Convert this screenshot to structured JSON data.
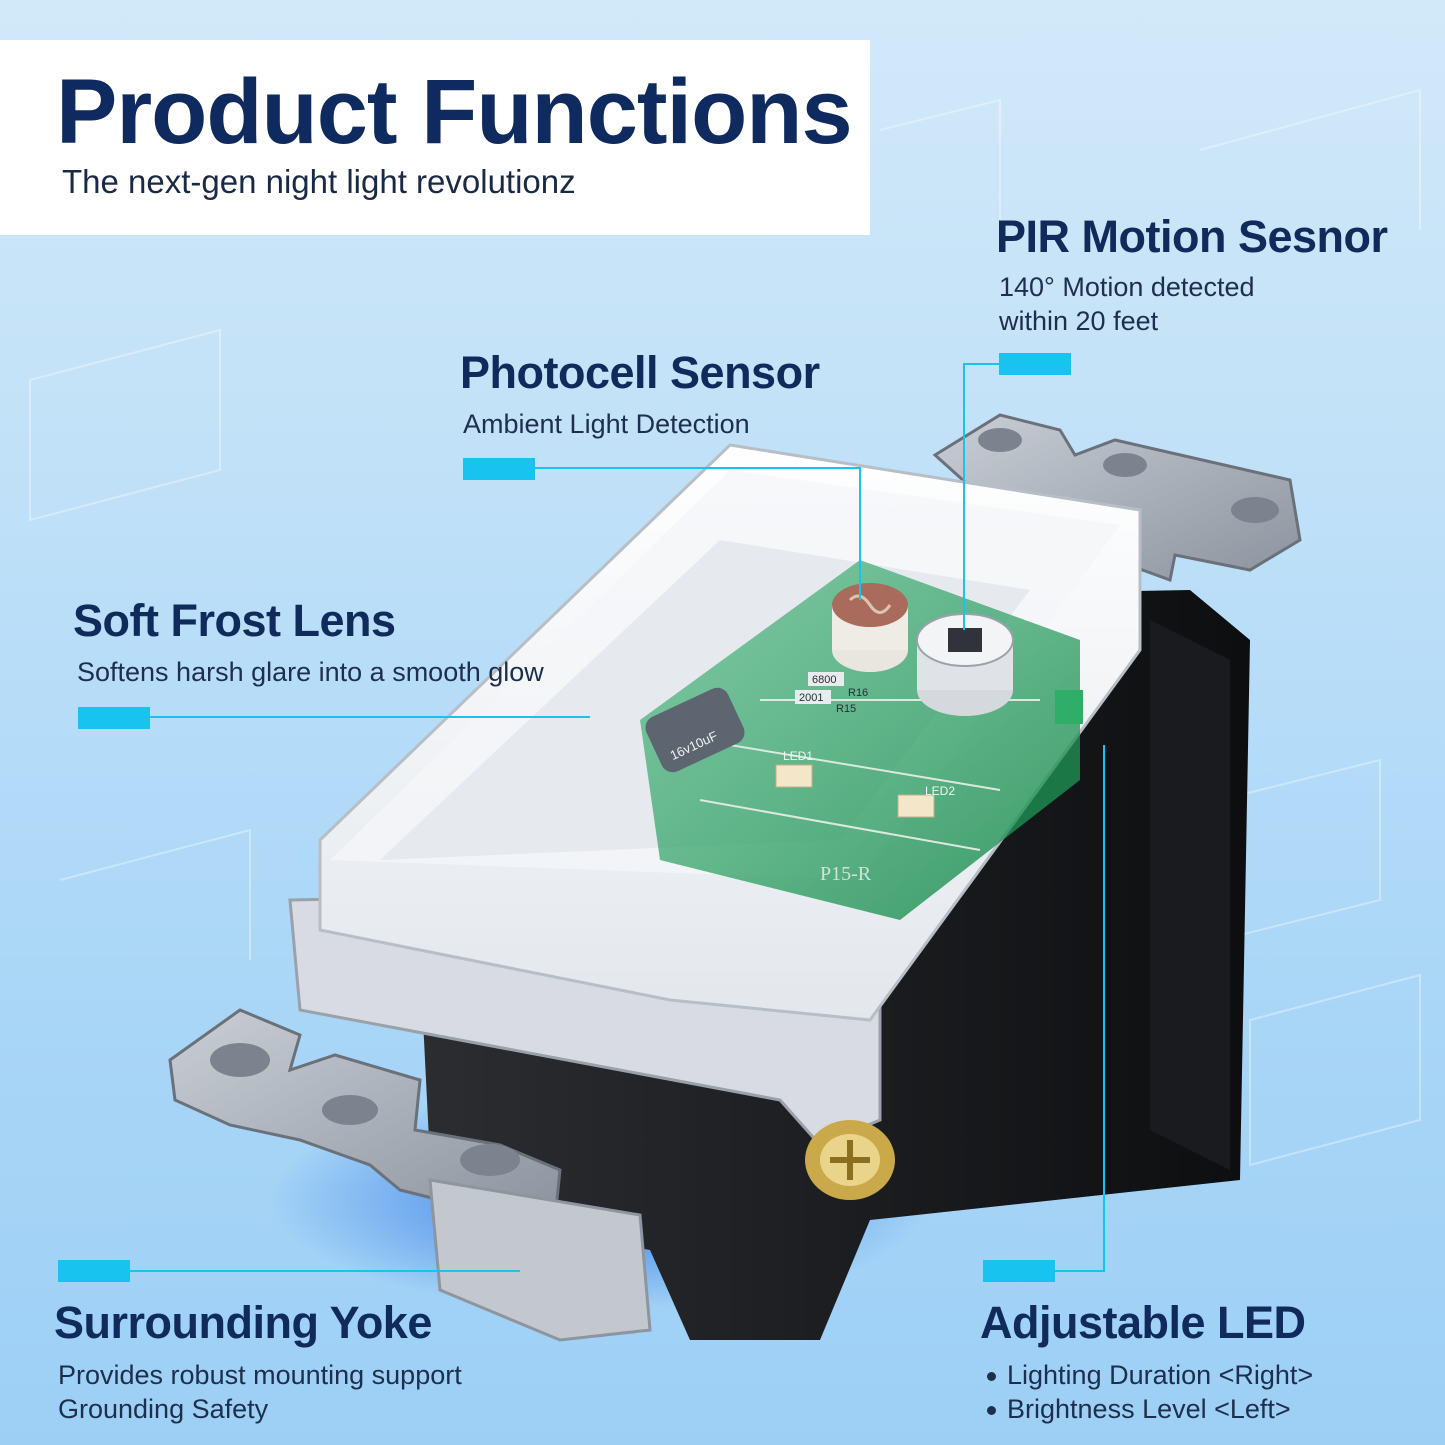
{
  "header": {
    "title": "Product Functions",
    "subtitle": "The next-gen night light revolutionz"
  },
  "features": {
    "pir": {
      "title": "PIR Motion Sesnor",
      "line1": "140° Motion detected",
      "line2": "within 20 feet"
    },
    "photocell": {
      "title": "Photocell Sensor",
      "line1": "Ambient Light Detection"
    },
    "lens": {
      "title": "Soft Frost Lens",
      "line1": "Softens harsh glare into a smooth glow"
    },
    "yoke": {
      "title": "Surrounding Yoke",
      "line1": "Provides robust mounting support",
      "line2": "Grounding Safety"
    },
    "led": {
      "title": "Adjustable LED",
      "bullets": [
        "Lighting Duration <Right>",
        "Brightness Level <Left>"
      ]
    }
  },
  "product": {
    "capacitor_label": "16v10uF",
    "resistor_labels": [
      "6800",
      "2001",
      "R16",
      "R15"
    ],
    "led_labels": [
      "LED1",
      "LED2"
    ],
    "board_label": "P15-R"
  },
  "colors": {
    "accent": "#19c3ef",
    "title_navy": "#102a5c",
    "pcb_green": "#2fae6a"
  }
}
